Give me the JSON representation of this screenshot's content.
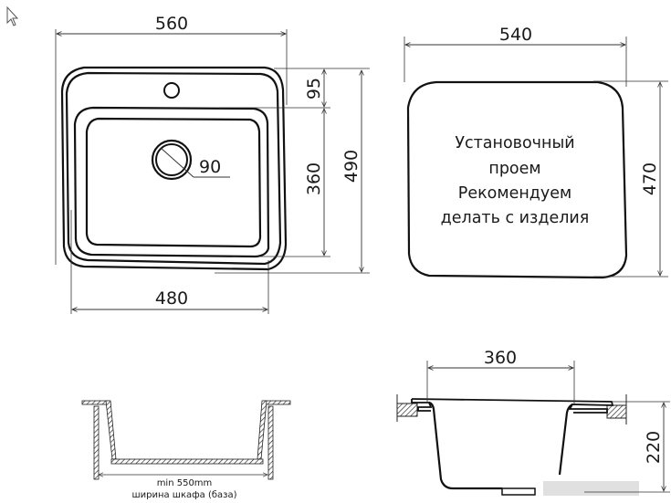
{
  "top_view": {
    "overall_width": "560",
    "bowl_width": "480",
    "tap_hole_offset": "95",
    "bowl_length": "360",
    "overall_length": "490",
    "drain_diameter": "90"
  },
  "cutout": {
    "width": "540",
    "height": "470",
    "note_lines": [
      "Установочный",
      "проем",
      "Рекомендуем",
      "делать с изделия"
    ]
  },
  "cabinet_view": {
    "min_width_label": "min 550mm",
    "cabinet_label": "ширина шкафа (база)"
  },
  "side_view": {
    "bowl_width": "360",
    "depth": "220"
  }
}
